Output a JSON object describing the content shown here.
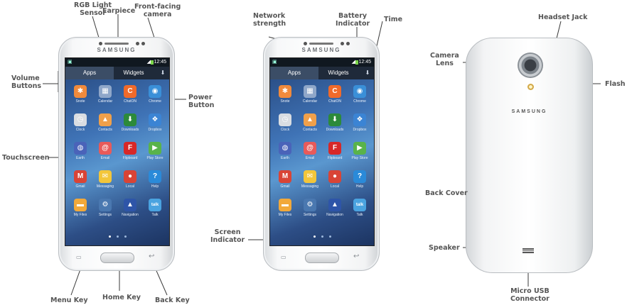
{
  "labels": {
    "rgb_light_sensor": "RGB Light\nSensor",
    "earpiece": "Earpiece",
    "front_camera": "Front-facing\ncamera",
    "volume_buttons": "Volume\nButtons",
    "power_button": "Power\nButton",
    "touchscreen": "Touchscreen",
    "menu_key": "Menu Key",
    "home_key": "Home Key",
    "back_key": "Back Key",
    "network_strength": "Network\nstrength",
    "battery_indicator": "Battery\nIndicator",
    "time": "Time",
    "screen_indicator": "Screen\nIndicator",
    "headset_jack": "Headset Jack",
    "camera_lens": "Camera\nLens",
    "flash": "Flash",
    "back_cover": "Back Cover",
    "speaker": "Speaker",
    "micro_usb": "Micro USB\nConnector"
  },
  "phone": {
    "brand": "SAMSUNG",
    "status_time": "12:45",
    "tabs": {
      "apps": "Apps",
      "widgets": "Widgets"
    },
    "apps": [
      {
        "label": "Snote",
        "glyph": "✱",
        "color": "#f08a3c"
      },
      {
        "label": "Calendar",
        "glyph": "▦",
        "color": "#8fa7c9"
      },
      {
        "label": "ChatON",
        "glyph": "C",
        "color": "#f06a2a"
      },
      {
        "label": "Chrome",
        "glyph": "◉",
        "color": "#3a8fd8"
      },
      {
        "label": "Clock",
        "glyph": "◷",
        "color": "#d9dde2"
      },
      {
        "label": "Contacts",
        "glyph": "▲",
        "color": "#f0a04a"
      },
      {
        "label": "Downloads",
        "glyph": "⬇",
        "color": "#2c8a3a"
      },
      {
        "label": "Dropbox",
        "glyph": "❖",
        "color": "#3b84d4"
      },
      {
        "label": "Earth",
        "glyph": "◍",
        "color": "#4a63b9"
      },
      {
        "label": "Email",
        "glyph": "@",
        "color": "#e85a5a"
      },
      {
        "label": "Flipboard",
        "glyph": "F",
        "color": "#d72828"
      },
      {
        "label": "Play Store",
        "glyph": "▶",
        "color": "#59b34a"
      },
      {
        "label": "Gmail",
        "glyph": "M",
        "color": "#d94436"
      },
      {
        "label": "Messaging",
        "glyph": "✉",
        "color": "#f3c63a"
      },
      {
        "label": "Local",
        "glyph": "●",
        "color": "#d94436"
      },
      {
        "label": "Help",
        "glyph": "?",
        "color": "#2a8ad9"
      },
      {
        "label": "My Files",
        "glyph": "▬",
        "color": "#f2a93a"
      },
      {
        "label": "Settings",
        "glyph": "⚙",
        "color": "#4a78b0"
      },
      {
        "label": "Navigation",
        "glyph": "▲",
        "color": "#2e55a8"
      },
      {
        "label": "Talk",
        "glyph": "talk",
        "color": "#4aa3e0"
      }
    ]
  }
}
